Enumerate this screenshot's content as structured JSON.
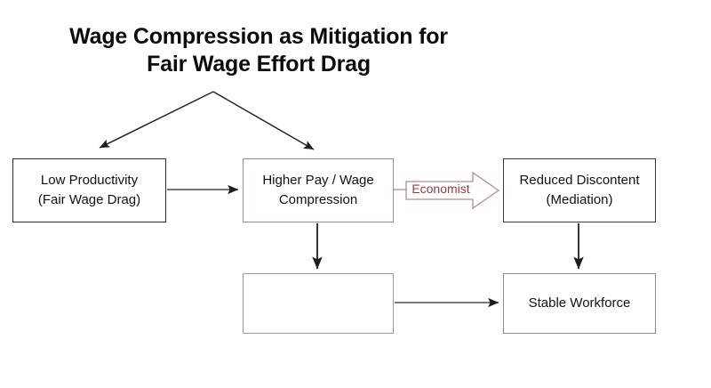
{
  "title": {
    "line1": "Wage Compression as Mitigation for",
    "line2": "Fair Wage Effort Drag"
  },
  "nodes": {
    "low_productivity": {
      "line1": "Low Productivity",
      "line2": "(Fair Wage Drag)"
    },
    "higher_pay": {
      "line1": "Higher Pay / Wage",
      "line2": "Compression"
    },
    "reduced_discontent": {
      "line1": "Reduced Discontent",
      "line2": "(Mediation)"
    },
    "blank_box": {
      "line1": "",
      "line2": ""
    },
    "stable_workforce": {
      "line1": "Stable Workforce",
      "line2": ""
    }
  },
  "callout": {
    "label": "Economist"
  },
  "colors": {
    "title_text": "#0c0c0c",
    "box_border_dark": "#2b2b2b",
    "box_border_grey": "#9b9b9b",
    "box_border_warm": "#9a8f8f",
    "callout_text": "#9a3b3b",
    "callout_border": "#b98a8a",
    "connector": "#242424",
    "background": "#ffffff"
  }
}
